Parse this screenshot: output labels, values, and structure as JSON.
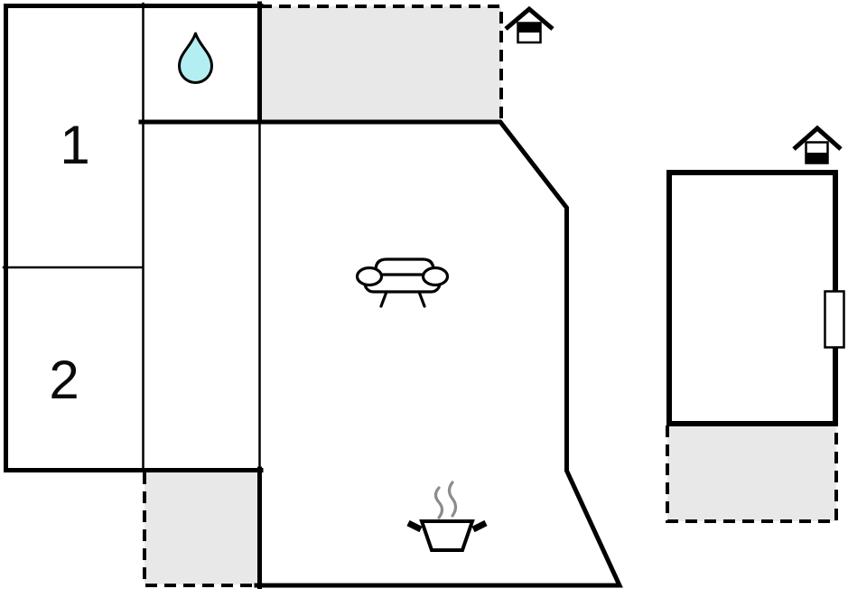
{
  "colors": {
    "wall": "#000000",
    "terrace": "#e8e8e8",
    "water": "#b3eef2",
    "steam": "#8c8c8c",
    "paper": "#ffffff"
  },
  "floor_plan": {
    "rooms": [
      {
        "id": "room-1",
        "label": "1"
      },
      {
        "id": "room-2",
        "label": "2"
      }
    ],
    "icons": [
      {
        "name": "water-drop-icon"
      },
      {
        "name": "sofa-icon"
      },
      {
        "name": "cooking-pot-icon"
      },
      {
        "name": "entrance-house-icon-top"
      },
      {
        "name": "entrance-house-icon-right"
      },
      {
        "name": "door-icon"
      }
    ],
    "areas": [
      {
        "name": "terrace-top"
      },
      {
        "name": "terrace-bottom-left"
      },
      {
        "name": "terrace-annex"
      }
    ]
  }
}
